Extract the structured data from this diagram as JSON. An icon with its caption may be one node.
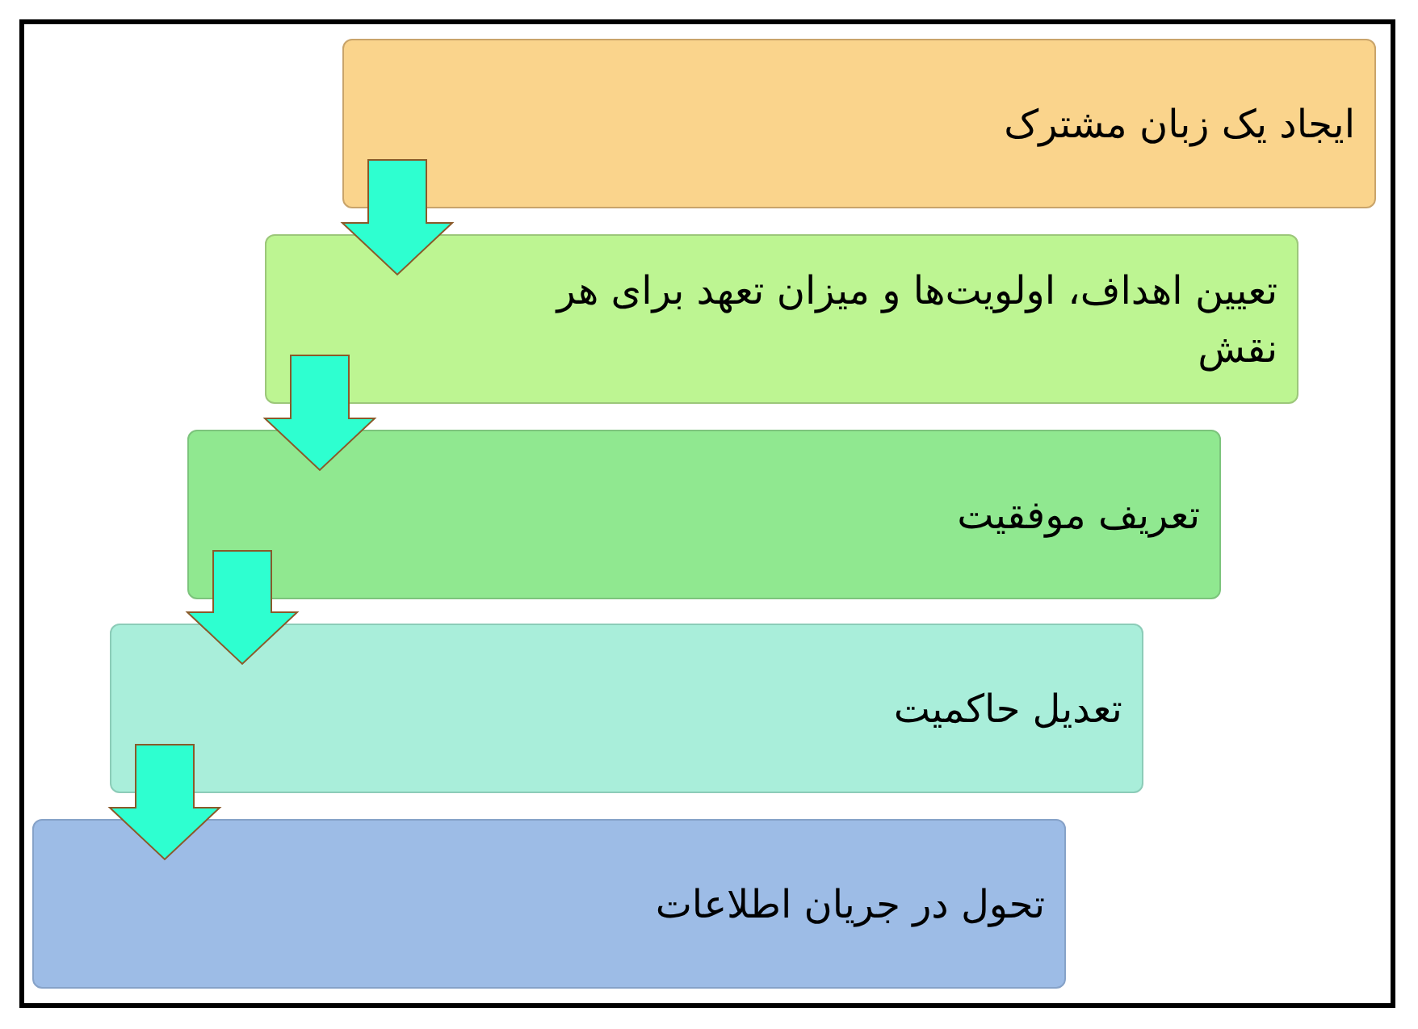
{
  "diagram": {
    "nodes": [
      {
        "text": [
          "ایجاد یک زبان مشترک"
        ]
      },
      {
        "text": [
          "تعیین اهداف، اولویت‌ها و میزان تعهد برای هر نقش"
        ]
      },
      {
        "text": [
          "تعریف موفقیت"
        ]
      },
      {
        "text": [
          "تعدیل حاکمیت"
        ]
      },
      {
        "text": [
          "تحول در جریان اطلاعات"
        ]
      }
    ],
    "edges": [
      {
        "from": 0,
        "to": 1,
        "arrow": "to"
      },
      {
        "from": 1,
        "to": 2,
        "arrow": "to"
      },
      {
        "from": 2,
        "to": 3,
        "arrow": "to"
      },
      {
        "from": 3,
        "to": 4,
        "arrow": "to"
      }
    ]
  }
}
